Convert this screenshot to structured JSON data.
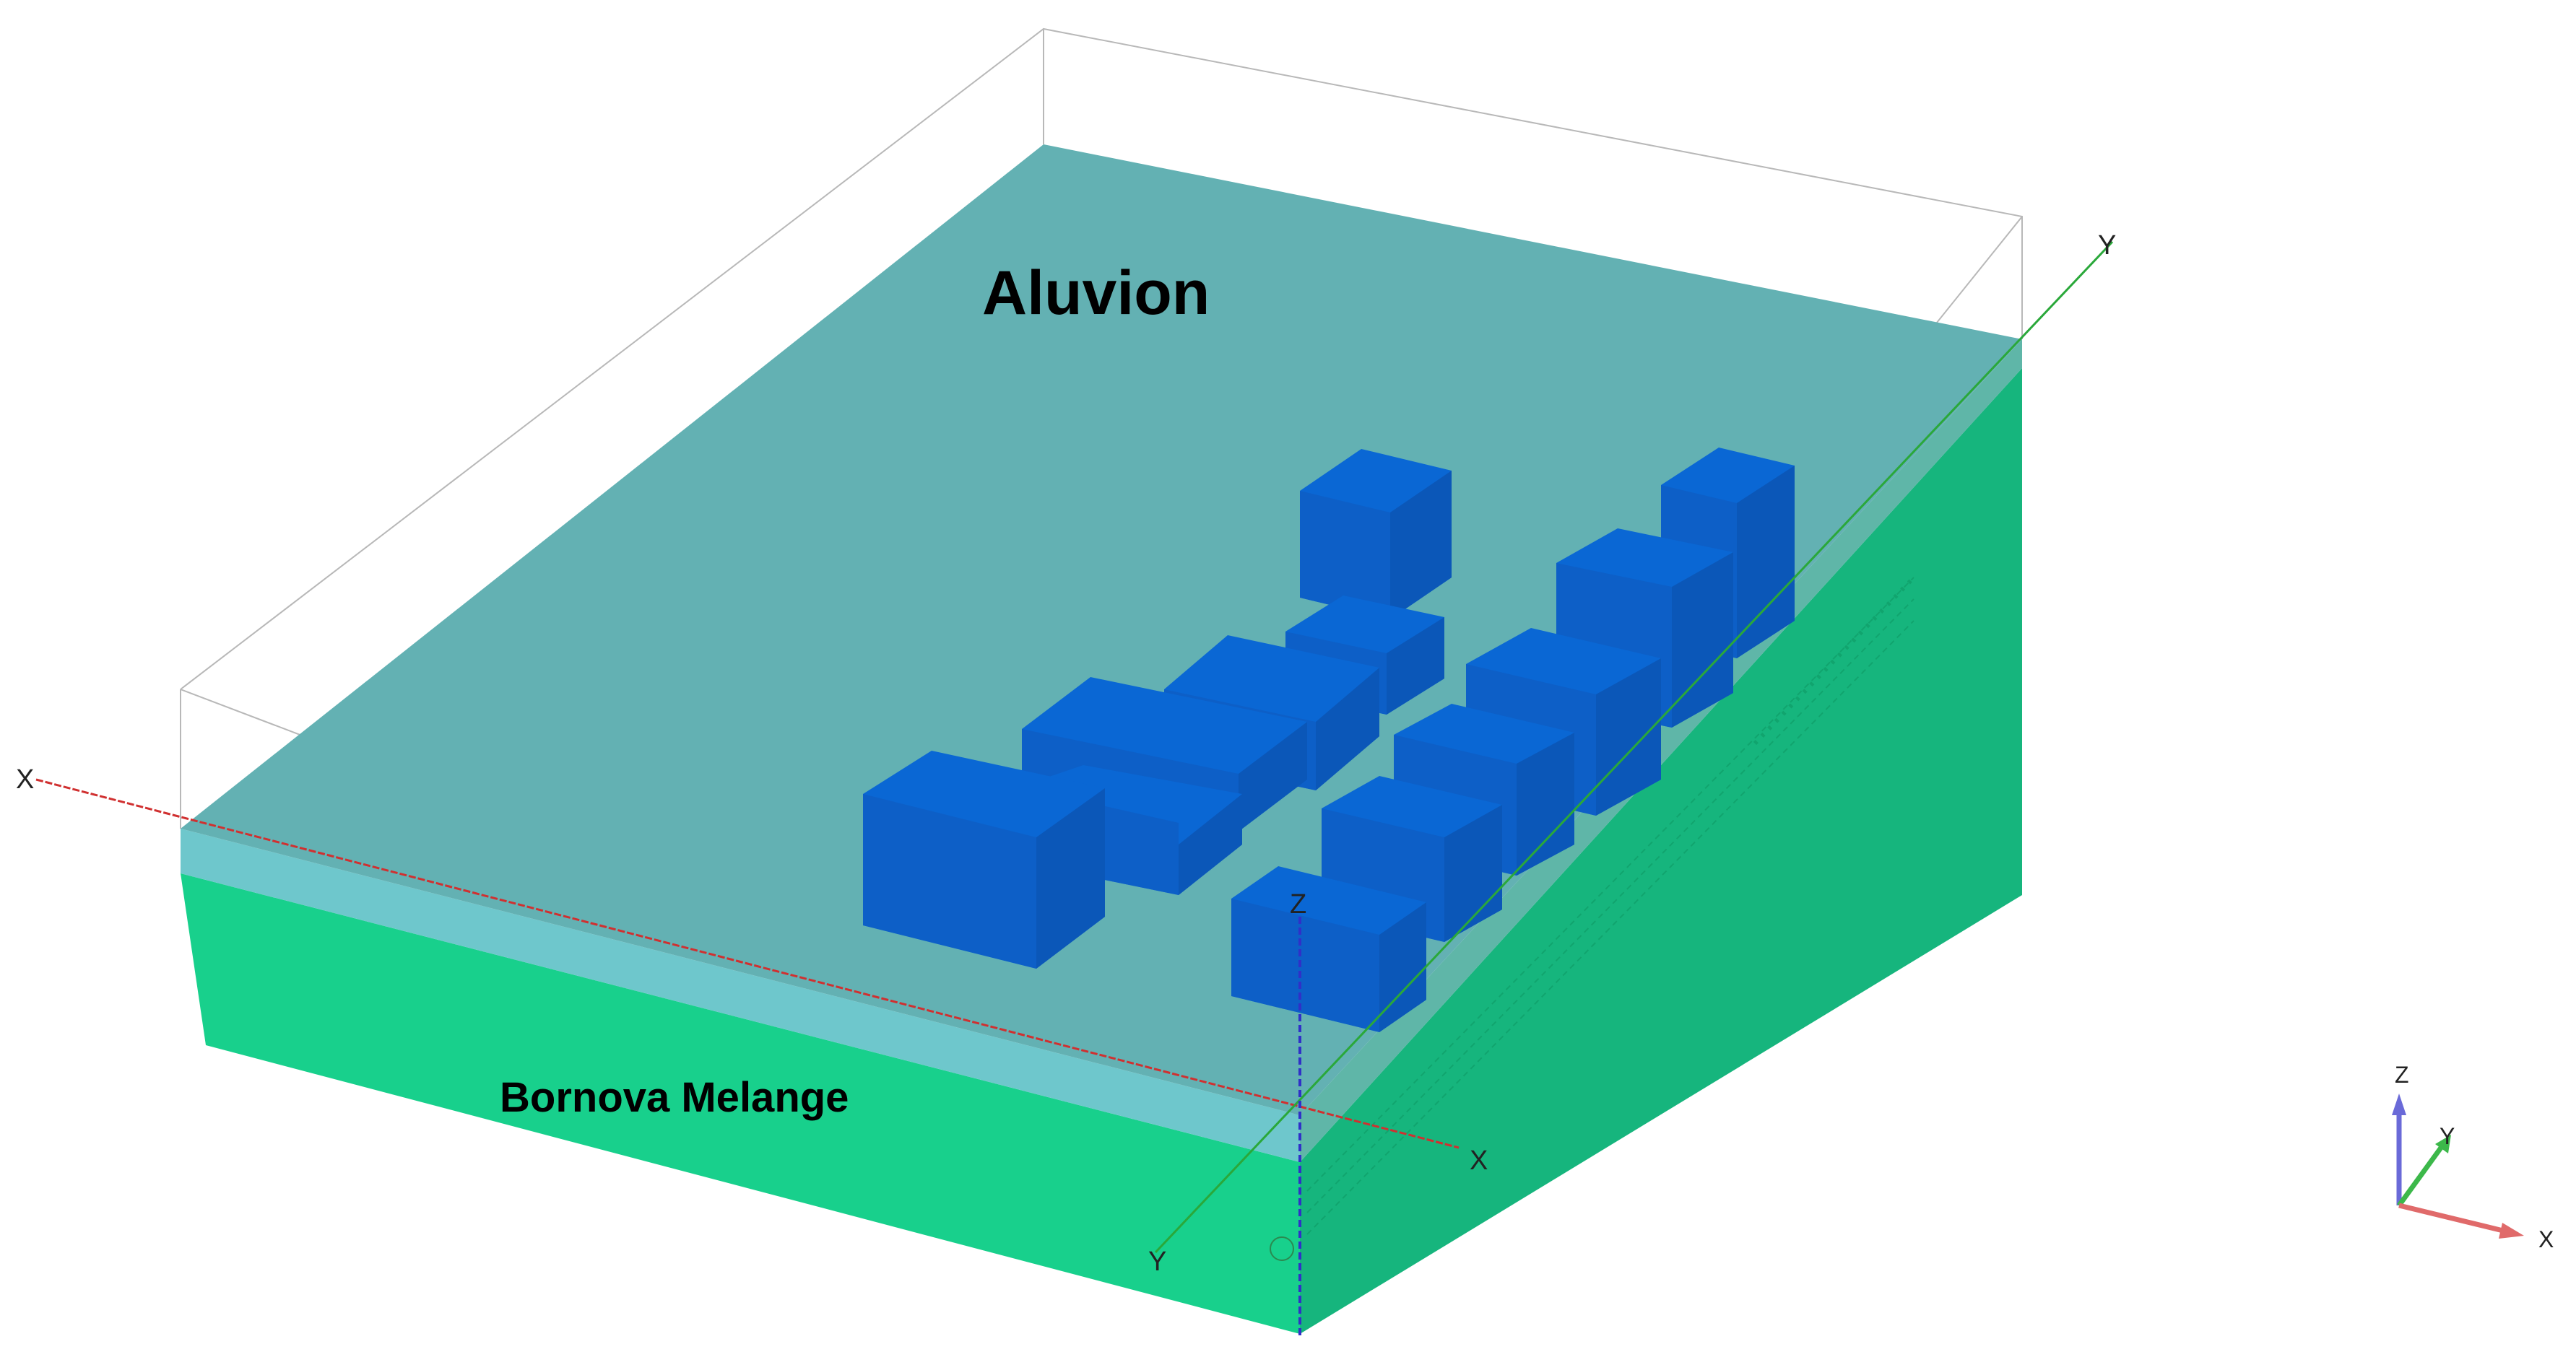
{
  "labels": {
    "top_layer": "Aluvion",
    "bottom_layer": "Bornova Melange"
  },
  "axes": {
    "x": "X",
    "y": "Y",
    "z": "Z"
  },
  "triad": {
    "x": "X",
    "y": "Y",
    "z": "Z"
  },
  "colors": {
    "aluvion_top": "#63b1b3",
    "aluvion_side": "#6ec7cc",
    "melange_front": "#18d08c",
    "melange_right": "#16b57d",
    "building_front": "#0d5fc7",
    "building_top": "#0a67d4",
    "building_side": "#0b57b8",
    "axis_x": "#d03030",
    "axis_y": "#2aa83a",
    "axis_z": "#3030c8"
  }
}
